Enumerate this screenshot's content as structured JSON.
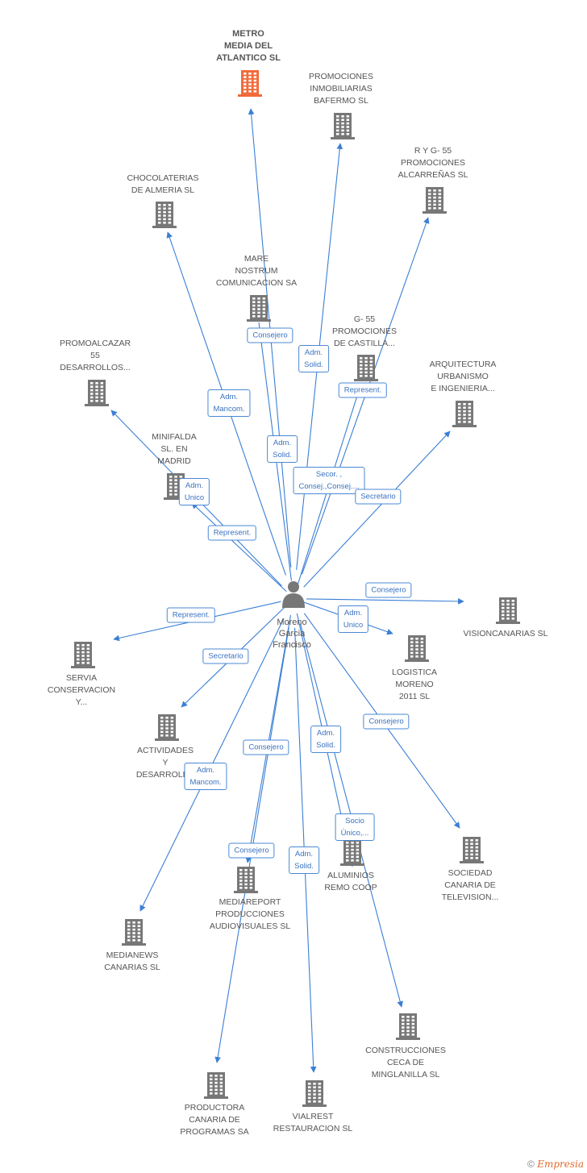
{
  "person": {
    "name": "Moreno\nGarcia\nFrancisco"
  },
  "companies": [
    {
      "id": "metro",
      "label": "METRO\nMEDIA DEL\nATLANTICO SL",
      "main": true,
      "color": "#f26b3a"
    },
    {
      "id": "baferm",
      "label": "PROMOCIONES\nINMOBILIARIAS\nBAFERMO SL",
      "color": "#777777"
    },
    {
      "id": "ryg",
      "label": "R Y G- 55\nPROMOCIONES\nALCARREÑAS SL",
      "color": "#777777"
    },
    {
      "id": "choco",
      "label": "CHOCOLATERIAS\nDE ALMERIA SL",
      "color": "#777777"
    },
    {
      "id": "mare",
      "label": "MARE\nNOSTRUM\nCOMUNICACION SA",
      "color": "#777777"
    },
    {
      "id": "g55",
      "label": "G- 55\nPROMOCIONES\nDE CASTILLA...",
      "color": "#777777"
    },
    {
      "id": "promo",
      "label": "PROMOALCAZAR\n55\nDESARROLLOS...",
      "color": "#777777"
    },
    {
      "id": "arq",
      "label": "ARQUITECTURA\nURBANISMO\nE INGENIERIA...",
      "color": "#777777"
    },
    {
      "id": "mini",
      "label": "MINIFALDA\nSL.     EN\nMADRID",
      "color": "#777777"
    },
    {
      "id": "vision",
      "label": "VISIONCANARIAS SL",
      "color": "#777777"
    },
    {
      "id": "logis",
      "label": "LOGISTICA\nMORENO\n2011 SL",
      "color": "#777777"
    },
    {
      "id": "servia",
      "label": "SERVIA\nCONSERVACION\nY...",
      "color": "#777777"
    },
    {
      "id": "activ",
      "label": "ACTIVIDADES\nY\nDESARROLL...",
      "color": "#777777"
    },
    {
      "id": "socied",
      "label": "SOCIEDAD\nCANARIA DE\nTELEVISION...",
      "color": "#777777"
    },
    {
      "id": "alum",
      "label": "ALUMINIOS\nREMO COOP",
      "color": "#777777"
    },
    {
      "id": "mediarep",
      "label": "MEDIAREPORT\nPRODUCCIONES\nAUDIOVISUALES SL",
      "color": "#777777"
    },
    {
      "id": "medianews",
      "label": "MEDIANEWS\nCANARIAS SL",
      "color": "#777777"
    },
    {
      "id": "constr",
      "label": "CONSTRUCCIONES\nCECA DE\nMINGLANILLA SL",
      "color": "#777777"
    },
    {
      "id": "productora",
      "label": "PRODUCTORA\nCANARIA DE\nPROGRAMAS SA",
      "color": "#777777"
    },
    {
      "id": "vialrest",
      "label": "VIALREST\nRESTAURACION SL",
      "color": "#777777"
    }
  ],
  "relations": [
    {
      "target": "metro",
      "label": "Adm.\nSolid."
    },
    {
      "target": "baferm",
      "label": "Adm.\nSolid."
    },
    {
      "target": "ryg",
      "label": "Represent."
    },
    {
      "target": "choco",
      "label": "Adm.\nMancom."
    },
    {
      "target": "mare",
      "label": "Consejero"
    },
    {
      "target": "g55",
      "label": "Secor. ,\nConsej.,Consej...."
    },
    {
      "target": "promo",
      "label": "Represent."
    },
    {
      "target": "arq",
      "label": "Secretario"
    },
    {
      "target": "mini",
      "label": "Adm.\nUnico"
    },
    {
      "target": "vision",
      "label": "Consejero"
    },
    {
      "target": "logis",
      "label": "Adm.\nUnico"
    },
    {
      "target": "servia",
      "label": "Represent."
    },
    {
      "target": "activ",
      "label": "Secretario"
    },
    {
      "target": "socied",
      "label": "Consejero"
    },
    {
      "target": "alum",
      "label": "Adm.\nSolid."
    },
    {
      "target": "mediarep",
      "label": "Consejero"
    },
    {
      "target": "medianews",
      "label": "Adm.\nMancom."
    },
    {
      "target": "constr",
      "label": "Socio\nÚnico,..."
    },
    {
      "target": "productora",
      "label": "Consejero"
    },
    {
      "target": "vialrest",
      "label": "Adm.\nSolid."
    }
  ],
  "footer": {
    "copyright": "©",
    "brand": "Empresia"
  },
  "colors": {
    "edge": "#3a7fd5",
    "icon": "#777777",
    "main": "#f26b3a"
  }
}
